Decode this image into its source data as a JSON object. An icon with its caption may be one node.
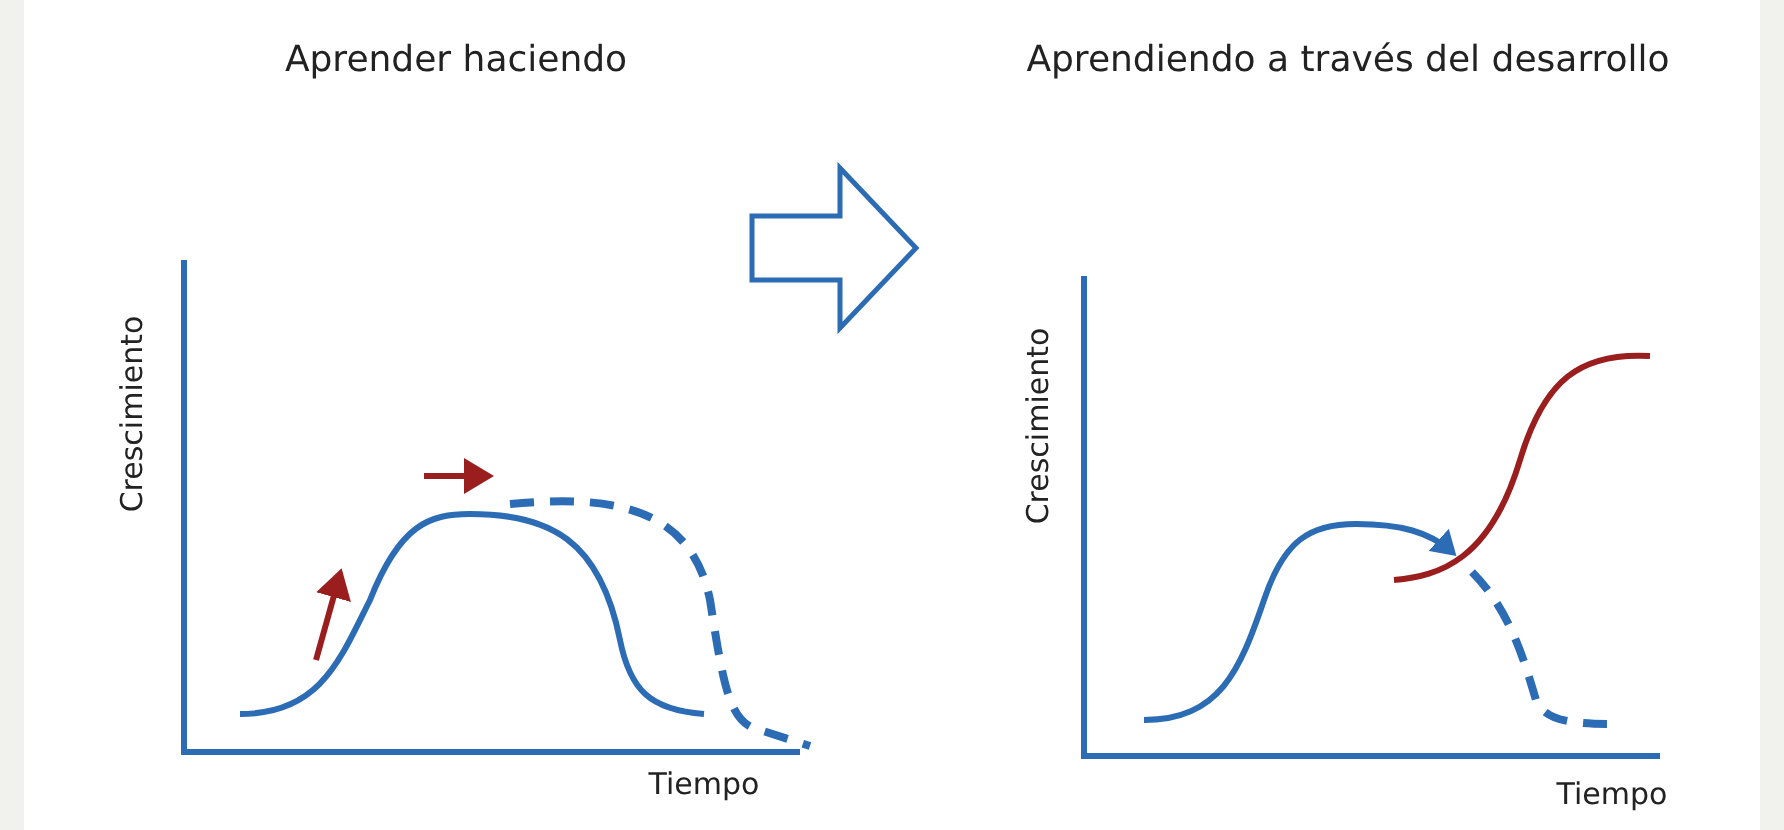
{
  "diagram": {
    "labels": [
      "Aprender haciendo",
      "Aprendiendo a través del desarrollo",
      "Crescimiento",
      "Tiempo",
      "Crescimiento",
      "Tiempo"
    ]
  }
}
